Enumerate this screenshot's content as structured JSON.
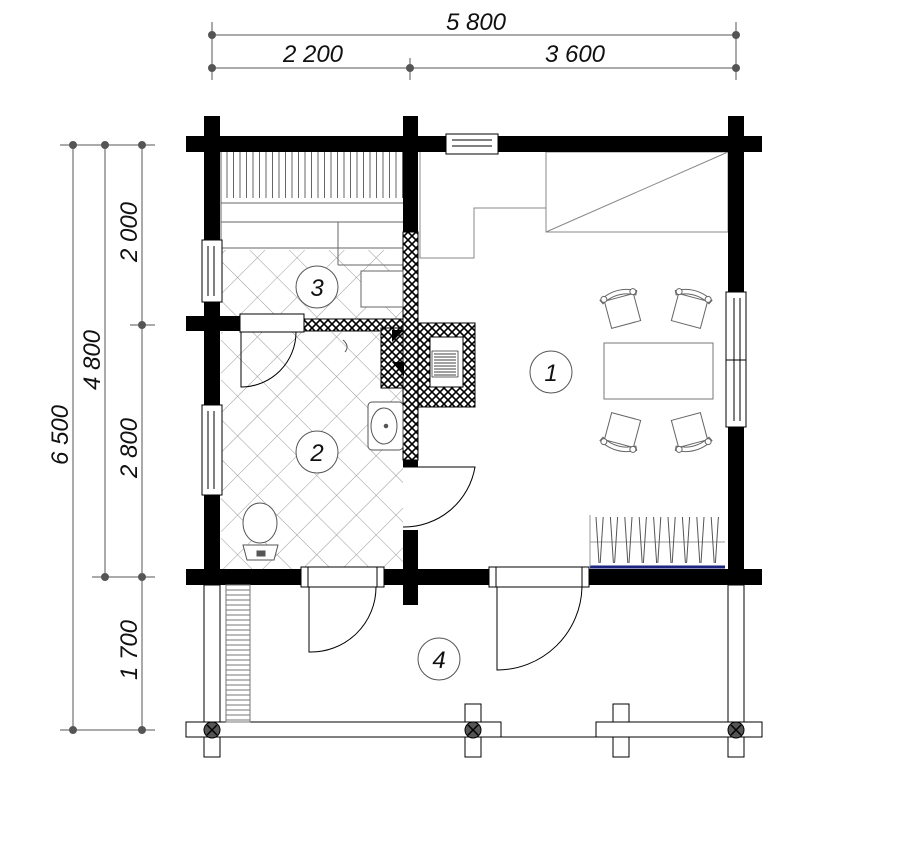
{
  "dimensions": {
    "top_total": "5 800",
    "top_left": "2 200",
    "top_right": "3 600",
    "left_total": "6 500",
    "left_middle": "4 800",
    "left_top": "2 000",
    "left_mid": "2 800",
    "left_bottom": "1 700"
  },
  "rooms": {
    "r1": "1",
    "r2": "2",
    "r3": "3",
    "r4": "4"
  },
  "colors": {
    "wall": "#000000",
    "line": "#555555",
    "tile": "#9a9a9a",
    "brick": "#000000",
    "sofa_edge": "#1a237e"
  }
}
